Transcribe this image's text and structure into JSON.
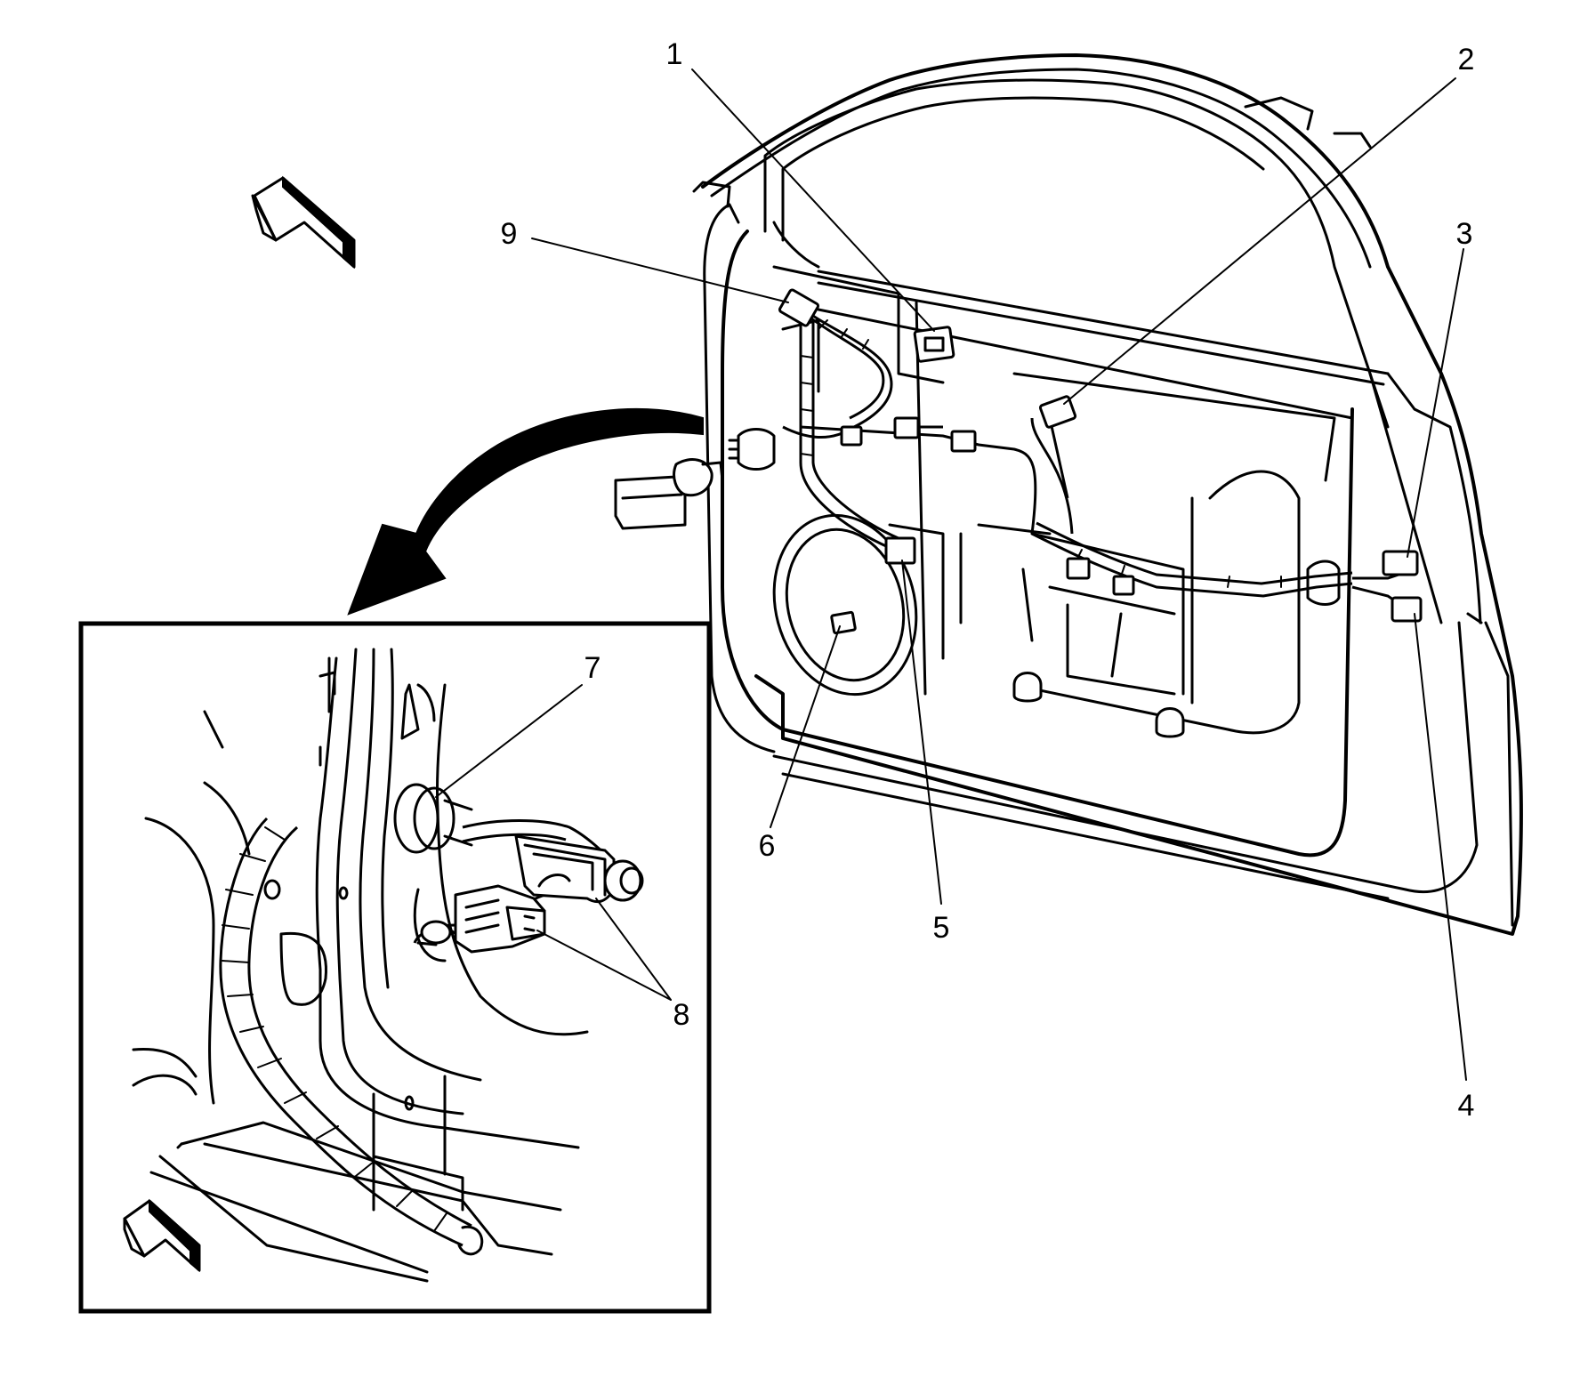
{
  "diagram": {
    "type": "technical-illustration",
    "subject": "",
    "callouts": [
      {
        "id": "1",
        "label": "1"
      },
      {
        "id": "2",
        "label": "2"
      },
      {
        "id": "3",
        "label": "3"
      },
      {
        "id": "4",
        "label": "4"
      },
      {
        "id": "5",
        "label": "5"
      },
      {
        "id": "6",
        "label": "6"
      },
      {
        "id": "7",
        "label": "7"
      },
      {
        "id": "8",
        "label": "8"
      },
      {
        "id": "9",
        "label": "9"
      }
    ],
    "views": [
      {
        "name": "door-assembly-main-view"
      },
      {
        "name": "hinge-pillar-inset-view"
      }
    ],
    "colors": {
      "line": "#000000",
      "background": "#ffffff"
    }
  }
}
